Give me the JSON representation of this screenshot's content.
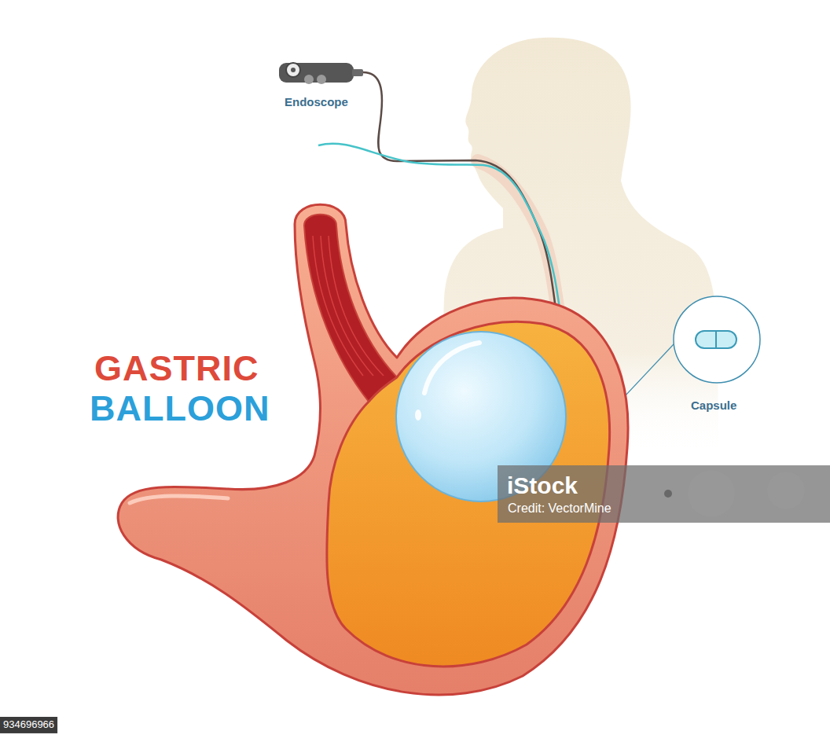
{
  "diagram": {
    "labels": [
      "Endoscope",
      "Capsule",
      "GASTRIC",
      "BALLOON",
      "iStock",
      "Credit: VectorMine",
      "934696966"
    ]
  }
}
